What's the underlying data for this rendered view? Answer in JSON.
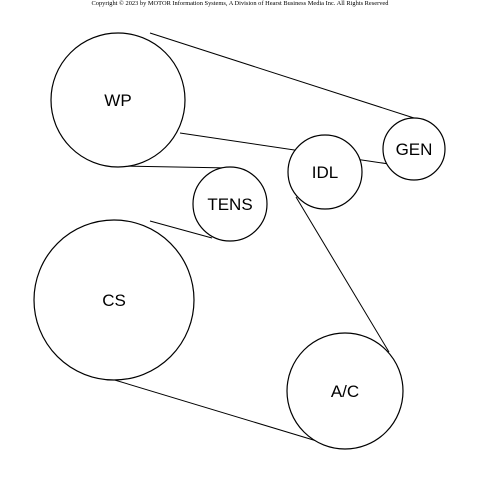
{
  "copyright": "Copyright © 2023 by MOTOR Information Systems, A Division of Hearst Business Media Inc. All Rights Reserved",
  "pulleys": {
    "wp": "WP",
    "gen": "GEN",
    "idl": "IDL",
    "tens": "TENS",
    "cs": "CS",
    "ac": "A/C"
  },
  "colors": {
    "line": "#000000",
    "background": "#ffffff"
  }
}
